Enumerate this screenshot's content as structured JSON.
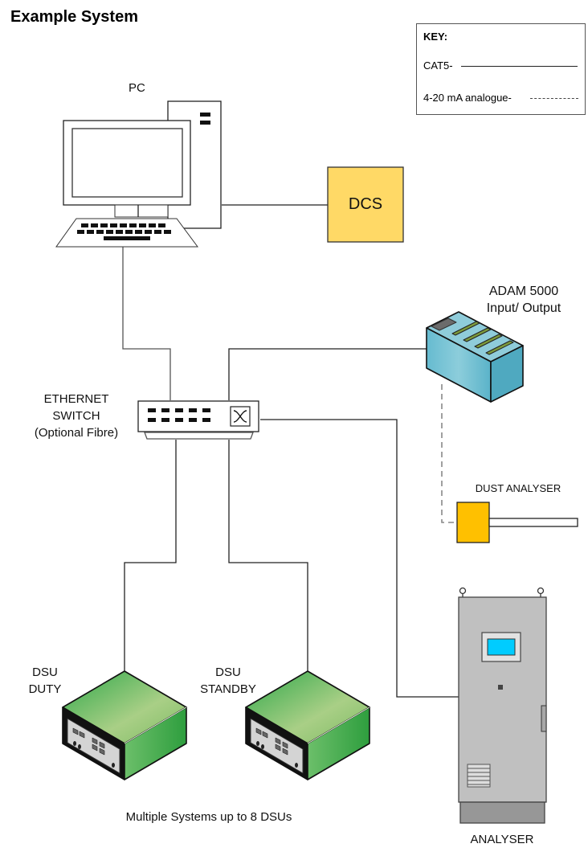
{
  "title": "Example System",
  "key": {
    "heading": "KEY:",
    "items": [
      {
        "label": "CAT5-",
        "line_style": "solid"
      },
      {
        "label": "4-20 mA analogue-",
        "line_style": "dashed"
      }
    ]
  },
  "nodes": {
    "pc": {
      "label": "PC"
    },
    "dcs": {
      "label": "DCS",
      "color": "#FFD966"
    },
    "adam": {
      "label_line1": "ADAM 5000",
      "label_line2": "Input/ Output",
      "color": "#6CBCD0"
    },
    "switch": {
      "label_line1": "ETHERNET",
      "label_line2": "SWITCH",
      "label_line3": "(Optional Fibre)"
    },
    "dust_analyser": {
      "label": "DUST ANALYSER",
      "color": "#FFC000"
    },
    "dsu_duty": {
      "label_line1": "DSU",
      "label_line2": "DUTY",
      "color": "#3DAF4F"
    },
    "dsu_standby": {
      "label_line1": "DSU",
      "label_line2": "STANDBY",
      "color": "#3DAF4F"
    },
    "analyser": {
      "label": "ANALYSER",
      "screen_color": "#00CCFF",
      "cabinet_color": "#C0C0C0"
    }
  },
  "footer_note": "Multiple Systems up to 8 DSUs",
  "connections": [
    {
      "from": "PC",
      "to": "DCS",
      "type": "CAT5"
    },
    {
      "from": "PC",
      "to": "ETHERNET SWITCH",
      "type": "CAT5"
    },
    {
      "from": "ETHERNET SWITCH",
      "to": "ADAM 5000",
      "type": "CAT5"
    },
    {
      "from": "ETHERNET SWITCH",
      "to": "ANALYSER",
      "type": "CAT5"
    },
    {
      "from": "ETHERNET SWITCH",
      "to": "DSU DUTY",
      "type": "CAT5"
    },
    {
      "from": "ETHERNET SWITCH",
      "to": "DSU STANDBY",
      "type": "CAT5"
    },
    {
      "from": "ADAM 5000",
      "to": "DUST ANALYSER",
      "type": "4-20 mA analogue"
    }
  ]
}
